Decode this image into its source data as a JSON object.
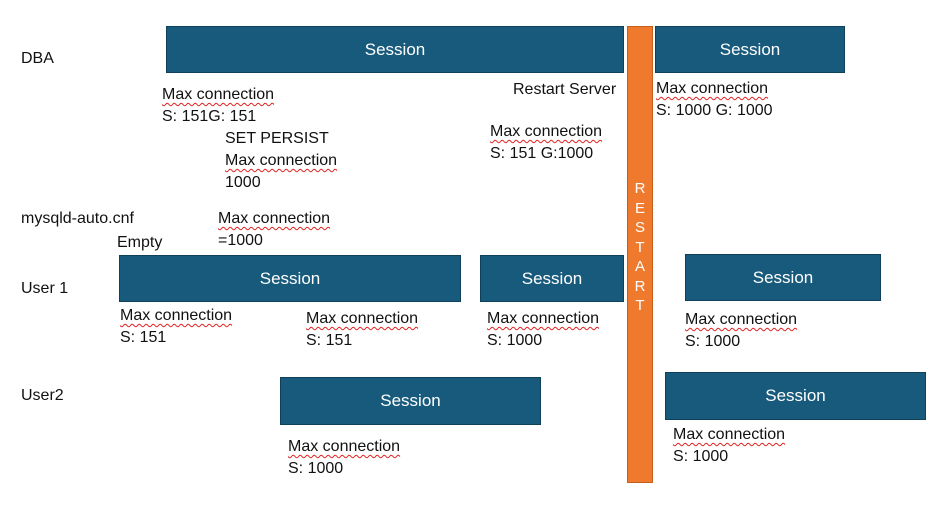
{
  "rows": {
    "dba": "DBA",
    "cnf": "mysqld-auto.cnf",
    "user1": "User 1",
    "user2": "User2"
  },
  "session_label": "Session",
  "restart_bar": {
    "letters": [
      "R",
      "E",
      "S",
      "T",
      "A",
      "R",
      "T"
    ]
  },
  "dba": {
    "before": {
      "title": "Max connection",
      "value": "S: 151G: 151"
    },
    "set_persist": {
      "cmd": "SET PERSIST",
      "title": "Max connection",
      "value": "1000"
    },
    "restart_server": "Restart Server",
    "at_restart": {
      "title": "Max connection",
      "value": "S: 151 G:1000"
    },
    "after": {
      "title": "Max connection",
      "value": "S: 1000 G: 1000"
    }
  },
  "cnf": {
    "empty": "Empty",
    "title": "Max connection",
    "value": "=1000"
  },
  "user1": {
    "s1": {
      "title": "Max connection",
      "value": "S: 151"
    },
    "s2": {
      "title": "Max connection",
      "value": "S: 151"
    },
    "s3": {
      "title": "Max connection",
      "value": "S: 1000"
    },
    "s4": {
      "title": "Max connection",
      "value": "S: 1000"
    }
  },
  "user2": {
    "s1": {
      "title": "Max connection",
      "value": "S: 1000"
    },
    "s2": {
      "title": "Max connection",
      "value": "S: 1000"
    }
  },
  "colors": {
    "session_fill": "#185a7c",
    "restart_fill": "#ef7a2e"
  }
}
